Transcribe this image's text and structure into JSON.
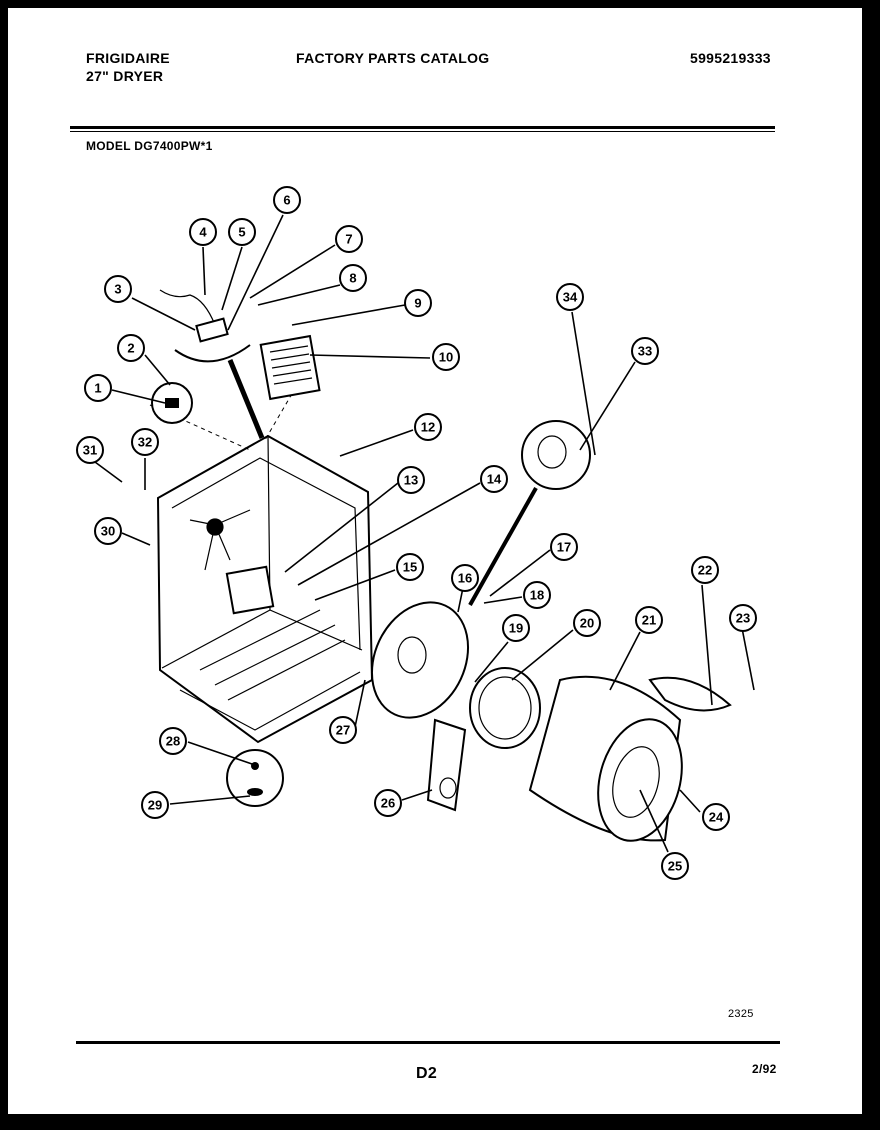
{
  "header": {
    "brand": "FRIGIDAIRE",
    "product": "27\" DRYER",
    "catalog_title": "FACTORY PARTS CATALOG",
    "catalog_number": "5995219333",
    "model": "MODEL DG7400PW*1"
  },
  "footer": {
    "figure_id": "2325",
    "page_code": "D2",
    "date": "2/92"
  },
  "callouts": [
    "1",
    "2",
    "3",
    "4",
    "5",
    "6",
    "7",
    "8",
    "9",
    "10",
    "12",
    "13",
    "14",
    "15",
    "16",
    "17",
    "18",
    "19",
    "20",
    "21",
    "22",
    "23",
    "24",
    "25",
    "26",
    "27",
    "28",
    "29",
    "30",
    "31",
    "32",
    "33",
    "34"
  ]
}
